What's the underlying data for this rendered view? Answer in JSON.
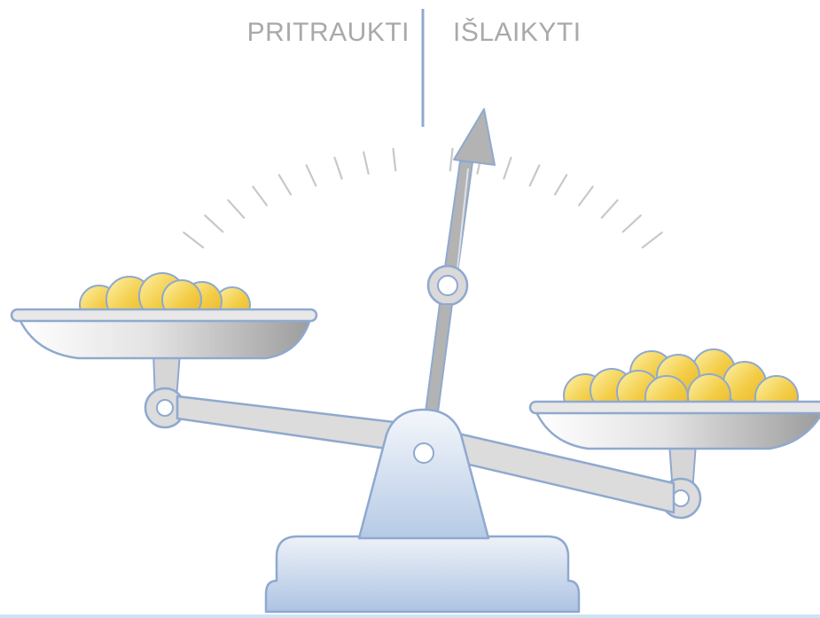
{
  "labels": {
    "left": "PRITRAUKTI",
    "right": "IŠLAIKYTI"
  },
  "colors": {
    "label_text": "#a9a9a9",
    "divider": "#8fa9cf",
    "tick": "#c8c8c8",
    "outline": "#8fa9cf",
    "arm_fill": "#dcdcdc",
    "needle_fill": "#b3b3b3",
    "pedestal_top": "#eef2f8",
    "pedestal_bottom": "#adc3e3",
    "coin_light": "#fdf1a8",
    "coin_dark": "#e9b527",
    "pan_light": "#ffffff",
    "pan_dark": "#9d9d9d"
  },
  "coins": {
    "left_pan": 6,
    "right_pan": 10
  },
  "icons": {
    "needle": "arrow-up-icon",
    "coin": "gold-coin-icon"
  }
}
